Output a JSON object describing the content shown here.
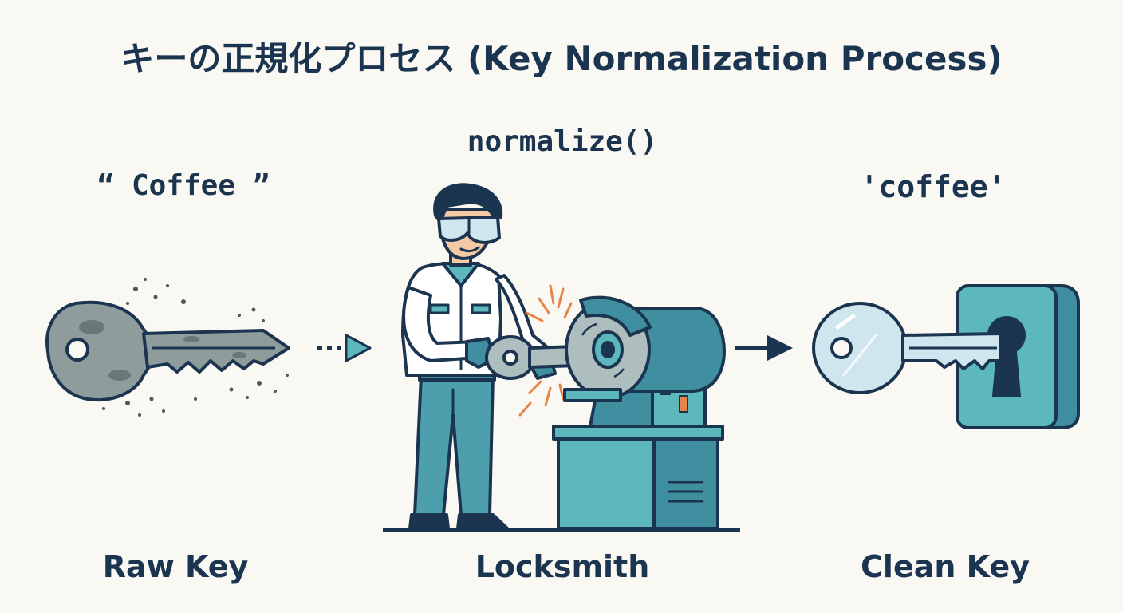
{
  "title": "キーの正規化プロセス (Key Normalization Process)",
  "stages": {
    "raw": {
      "code": "“ Coffee ”",
      "caption": "Raw Key"
    },
    "process": {
      "code": "normalize()",
      "caption": "Locksmith"
    },
    "clean": {
      "code": "'coffee'",
      "caption": "Clean Key"
    }
  },
  "colors": {
    "outline": "#1b3450",
    "teal": "#5db8bd",
    "teal_dark": "#3f8fa0",
    "rusty_key": "#8e9c9c",
    "clean_key": "#cfe6ee",
    "spark": "#e8834a",
    "background": "#f9f8f3"
  }
}
